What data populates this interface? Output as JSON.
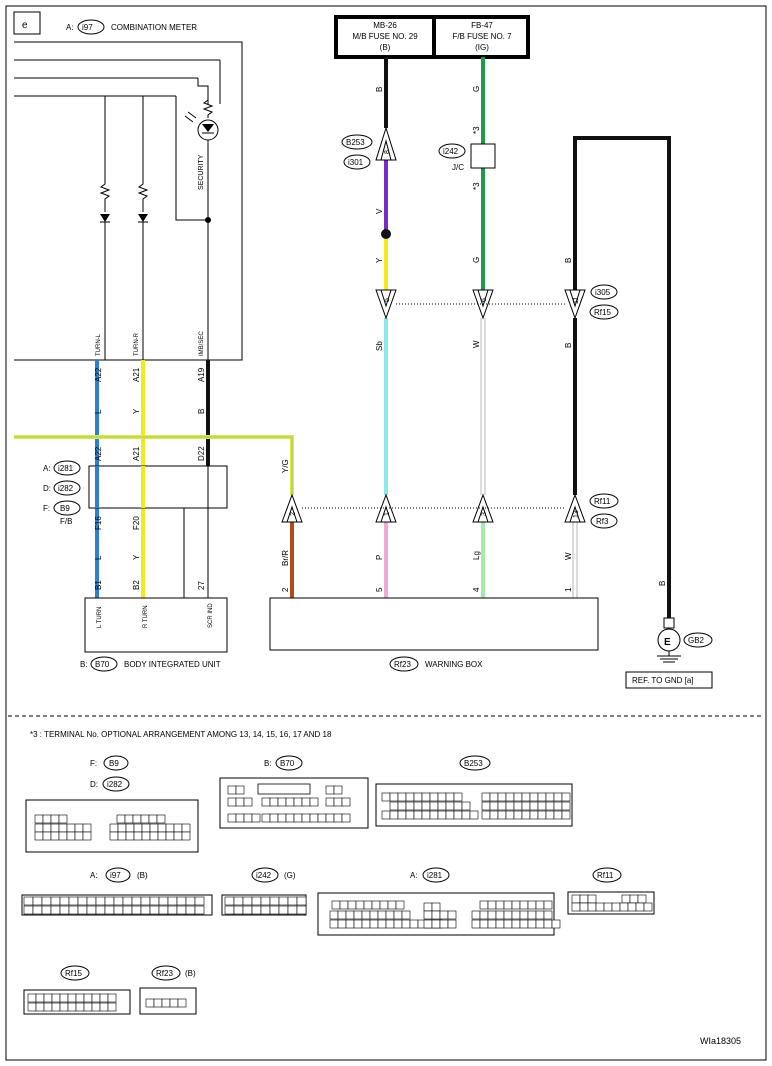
{
  "page_label": "e",
  "combination_meter": {
    "prefix": "A:",
    "connector": "i97",
    "name": "COMBINATION METER",
    "security_label": "SECURITY"
  },
  "fuse_mb": {
    "line1": "MB-26",
    "line2": "M/B FUSE NO. 29",
    "line3": "(B)"
  },
  "fuse_fb": {
    "line1": "FB-47",
    "line2": "F/B FUSE NO. 7",
    "line3": "(IG)"
  },
  "meter_pins": {
    "turn_l": "TURN-L",
    "turn_r": "TURN-R",
    "imb_sec": "IMB/SEC"
  },
  "wires": {
    "a22": "A22",
    "a21": "A21",
    "a19": "A19",
    "l": "L",
    "y": "Y",
    "b": "B",
    "d22": "D22",
    "f16": "F16",
    "f20": "F20",
    "b1": "B1",
    "b2": "B2",
    "p27": "27",
    "yg": "Y/G",
    "brr": "Br/R",
    "sb": "Sb",
    "w": "W",
    "v": "V",
    "g": "G",
    "p": "P",
    "lg": "Lg",
    "p2": "2",
    "p5": "5",
    "p4": "4",
    "p1": "1",
    "star3": "*3"
  },
  "junctions": {
    "b253": "B253",
    "i301": "i301",
    "i242": "i242",
    "jc": "J/C",
    "i305": "i305",
    "rf15": "Rf15",
    "rf11": "Rf11",
    "rf3": "Rf3",
    "gb2": "GB2"
  },
  "terminals": {
    "t8": "8",
    "t5": "5",
    "t6": "6",
    "t11": "11",
    "t2": "2",
    "t1": "1",
    "t3": "3",
    "t13": "13"
  },
  "connector_labels": {
    "a": "A:",
    "d": "D:",
    "f": "F:",
    "fb": "F/B",
    "i281": "i281",
    "i282": "i282",
    "b9": "B9"
  },
  "biu": {
    "prefix": "B:",
    "connector": "B70",
    "name": "BODY INTEGRATED UNIT",
    "pin1": "L TURN",
    "pin2": "R TURN",
    "pin3": "SCR IND"
  },
  "warning_box": {
    "connector": "Rf23",
    "name": "WARNING BOX"
  },
  "ground": {
    "symbol": "E",
    "ref": "REF. TO GND [a]"
  },
  "note": "*3  : TERMINAL No. OPTIONAL ARRANGEMENT AMONG 13, 14, 15, 16, 17 AND 18",
  "bottom_connectors": {
    "b9_prefix": "F:",
    "b9": "B9",
    "i282_prefix": "D:",
    "i282": "i282",
    "b70_prefix": "B:",
    "b70": "B70",
    "b253": "B253",
    "i97_prefix": "A:",
    "i97": "i97",
    "i97_color": "(B)",
    "i242": "i242",
    "i242_color": "(G)",
    "i281_prefix": "A:",
    "i281": "i281",
    "rf11": "Rf11",
    "rf15": "Rf15",
    "rf23": "Rf23",
    "rf23_color": "(B)"
  },
  "figure_id": "WIa18305",
  "wire_colors": {
    "black": "#111111",
    "yellow": "#f2ea1a",
    "yellowgreen": "#d8ec4a",
    "blue": "#2f7fd0",
    "purple": "#7a2cc9",
    "green": "#1f9a4a",
    "cyan": "#8fe8ee",
    "brown": "#b34a1e",
    "pink": "#f0a8d8",
    "lightgreen": "#a8e8a8"
  }
}
